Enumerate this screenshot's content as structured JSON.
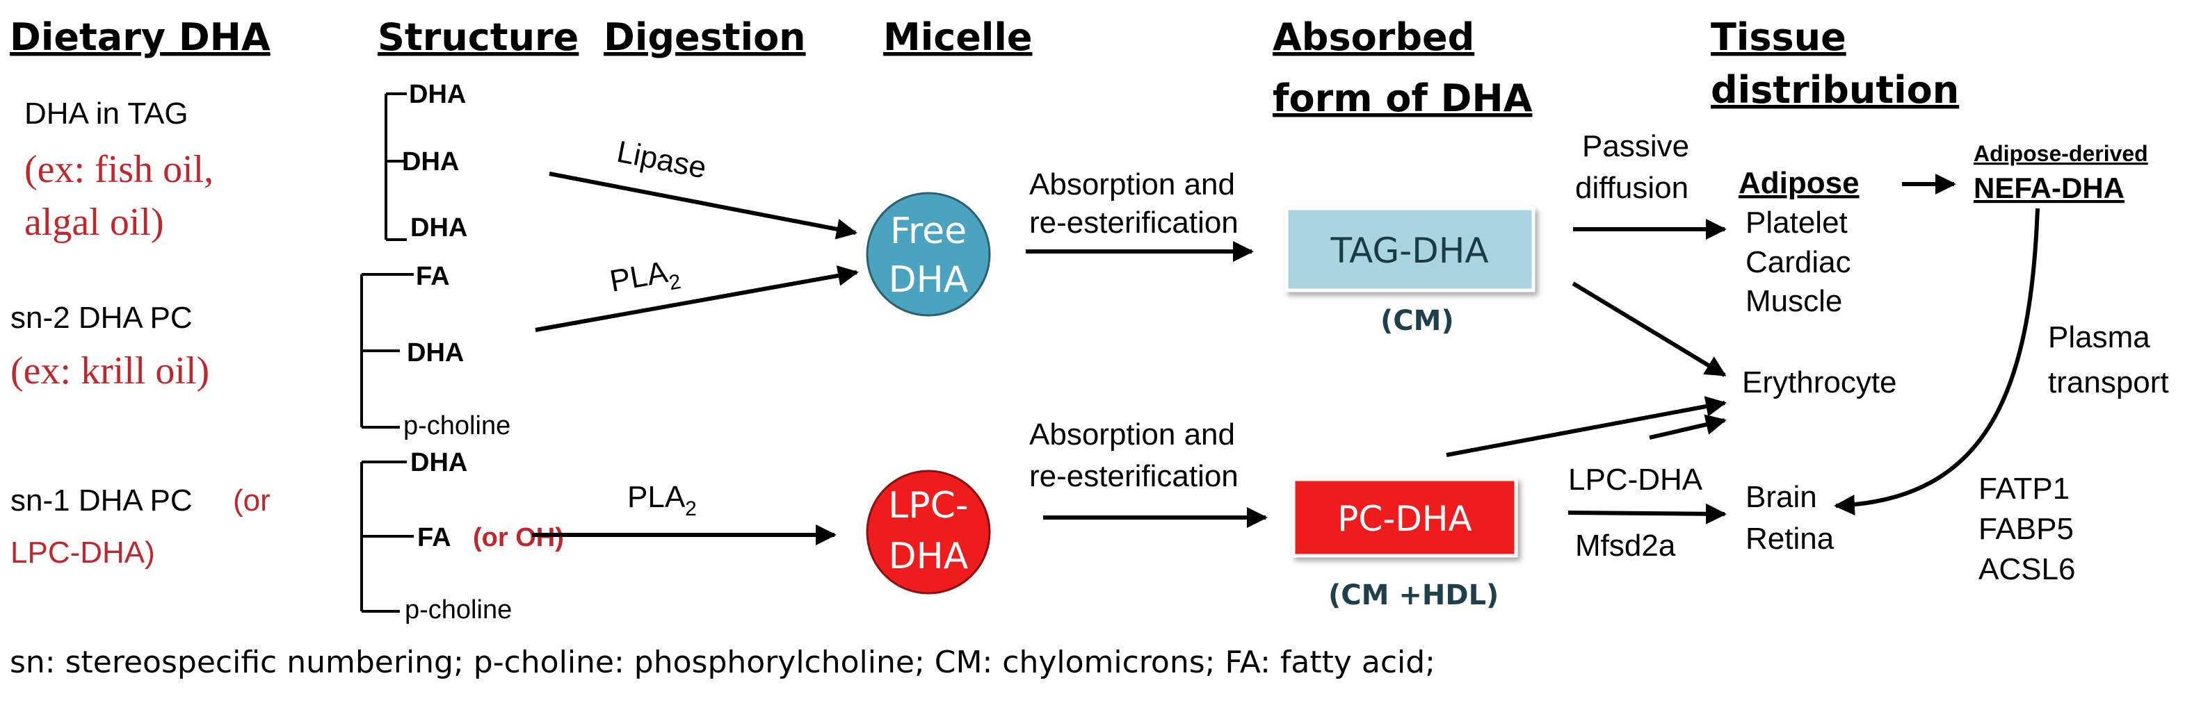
{
  "headers": {
    "dietary": "Dietary DHA",
    "structure": "Structure",
    "digestion": "Digestion",
    "micelle": "Micelle",
    "absorbed_1": "Absorbed",
    "absorbed_2": "form of DHA",
    "tissue_1": "Tissue",
    "tissue_2": "distribution"
  },
  "sources": {
    "tag": {
      "label": "DHA in TAG",
      "example_1": "(ex: fish oil,",
      "example_2": "algal oil)"
    },
    "sn2": {
      "label": "sn-2 DHA PC",
      "example": "(ex: krill oil)"
    },
    "sn1": {
      "label": "sn-1 DHA PC",
      "alt_1": "(or",
      "alt_2": "LPC-DHA)"
    }
  },
  "structures": {
    "tag": [
      "DHA",
      "DHA",
      "DHA"
    ],
    "sn2": [
      "FA",
      "DHA",
      "p-choline"
    ],
    "sn1": {
      "top": "DHA",
      "mid": "FA",
      "mid_alt": "(or OH)",
      "bottom": "p-choline"
    }
  },
  "digestion": {
    "lipase": "Lipase",
    "pla2_top": "PLA",
    "pla2_bottom": "PLA",
    "subscript": "2"
  },
  "micelles": {
    "free_1": "Free",
    "free_2": "DHA",
    "lpc_1": "LPC-",
    "lpc_2": "DHA",
    "free_color": "#4aa3bf",
    "lpc_color": "#ee1c1c"
  },
  "absorption": {
    "top_1": "Absorption and",
    "top_2": "re-esterification",
    "bottom_1": "Absorption and",
    "bottom_2": "re-esterification"
  },
  "absorbed": {
    "tag_dha": "TAG-DHA",
    "tag_carrier": "(CM)",
    "pc_dha": "PC-DHA",
    "pc_carrier": "(CM +HDL)",
    "tag_color": "#a9d4e0",
    "pc_color": "#ee1c1c"
  },
  "transport": {
    "passive_1": "Passive",
    "passive_2": "diffusion",
    "lpc_dha": "LPC-DHA",
    "mfsd2a": "Mfsd2a",
    "plasma_1": "Plasma",
    "plasma_2": "transport"
  },
  "tissues": {
    "adipose": "Adipose",
    "platelet": "Platelet",
    "cardiac": "Cardiac",
    "muscle": "Muscle",
    "erythrocyte": "Erythrocyte",
    "brain": "Brain",
    "retina": "Retina",
    "nefa_1": "Adipose-derived",
    "nefa_2": "NEFA-DHA",
    "transporters": [
      "FATP1",
      "FABP5",
      "ACSL6"
    ]
  },
  "footnote": "sn: stereospecific numbering; p-choline: phosphorylcholine; CM: chylomicrons; FA: fatty acid;"
}
